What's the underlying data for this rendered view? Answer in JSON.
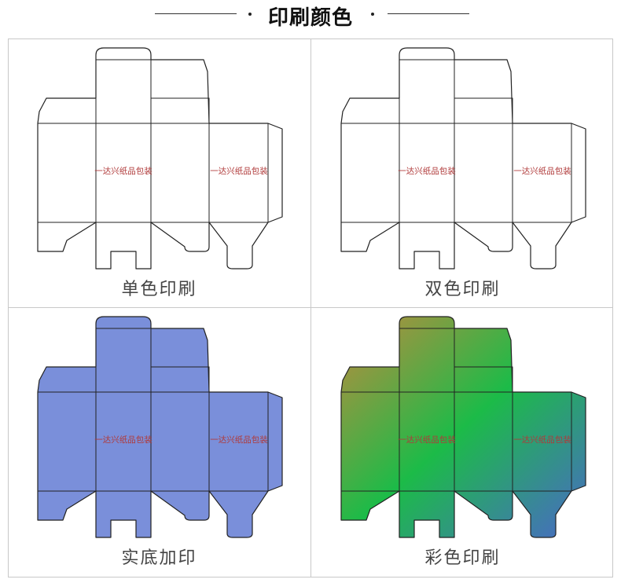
{
  "header": {
    "title": "印刷颜色"
  },
  "brand_text": "一达兴纸品包装",
  "panels": [
    {
      "caption": "单色印刷",
      "fill": "#ffffff"
    },
    {
      "caption": "双色印刷",
      "fill": "#ffffff"
    },
    {
      "caption": "实底加印",
      "fill": "#7a8fda"
    },
    {
      "caption": "彩色印刷",
      "fill": "gradient",
      "gradient_colors": [
        "#c08a3e",
        "#1cbb48",
        "#4a68c8"
      ]
    }
  ],
  "colors": {
    "outline": "#222222",
    "brand_text": "#b03a3a",
    "border": "#c8c8c8"
  }
}
